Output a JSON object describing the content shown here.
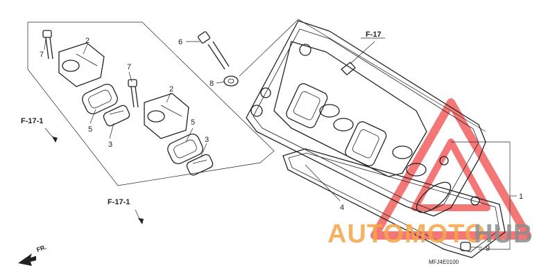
{
  "part_numbers": {
    "p1": "1",
    "p2a": "2",
    "p2b": "2",
    "p3a": "3",
    "p3b": "3",
    "p4": "4",
    "p5a": "5",
    "p5b": "5",
    "p6": "6",
    "p7a": "7",
    "p7b": "7",
    "p8": "8",
    "p9": "9"
  },
  "references": {
    "top": "F-17",
    "left_upper": "F-17-1",
    "left_lower": "F-17-1"
  },
  "direction_label": "FR.",
  "diagram_code": "MFJ4E0100",
  "watermark": {
    "part1": "AUTOMOTO",
    "part2": "HUB",
    "color_orange": "#f5a54a",
    "color_gray": "#8c8c8c",
    "triangle_color": "#f04a4a"
  }
}
